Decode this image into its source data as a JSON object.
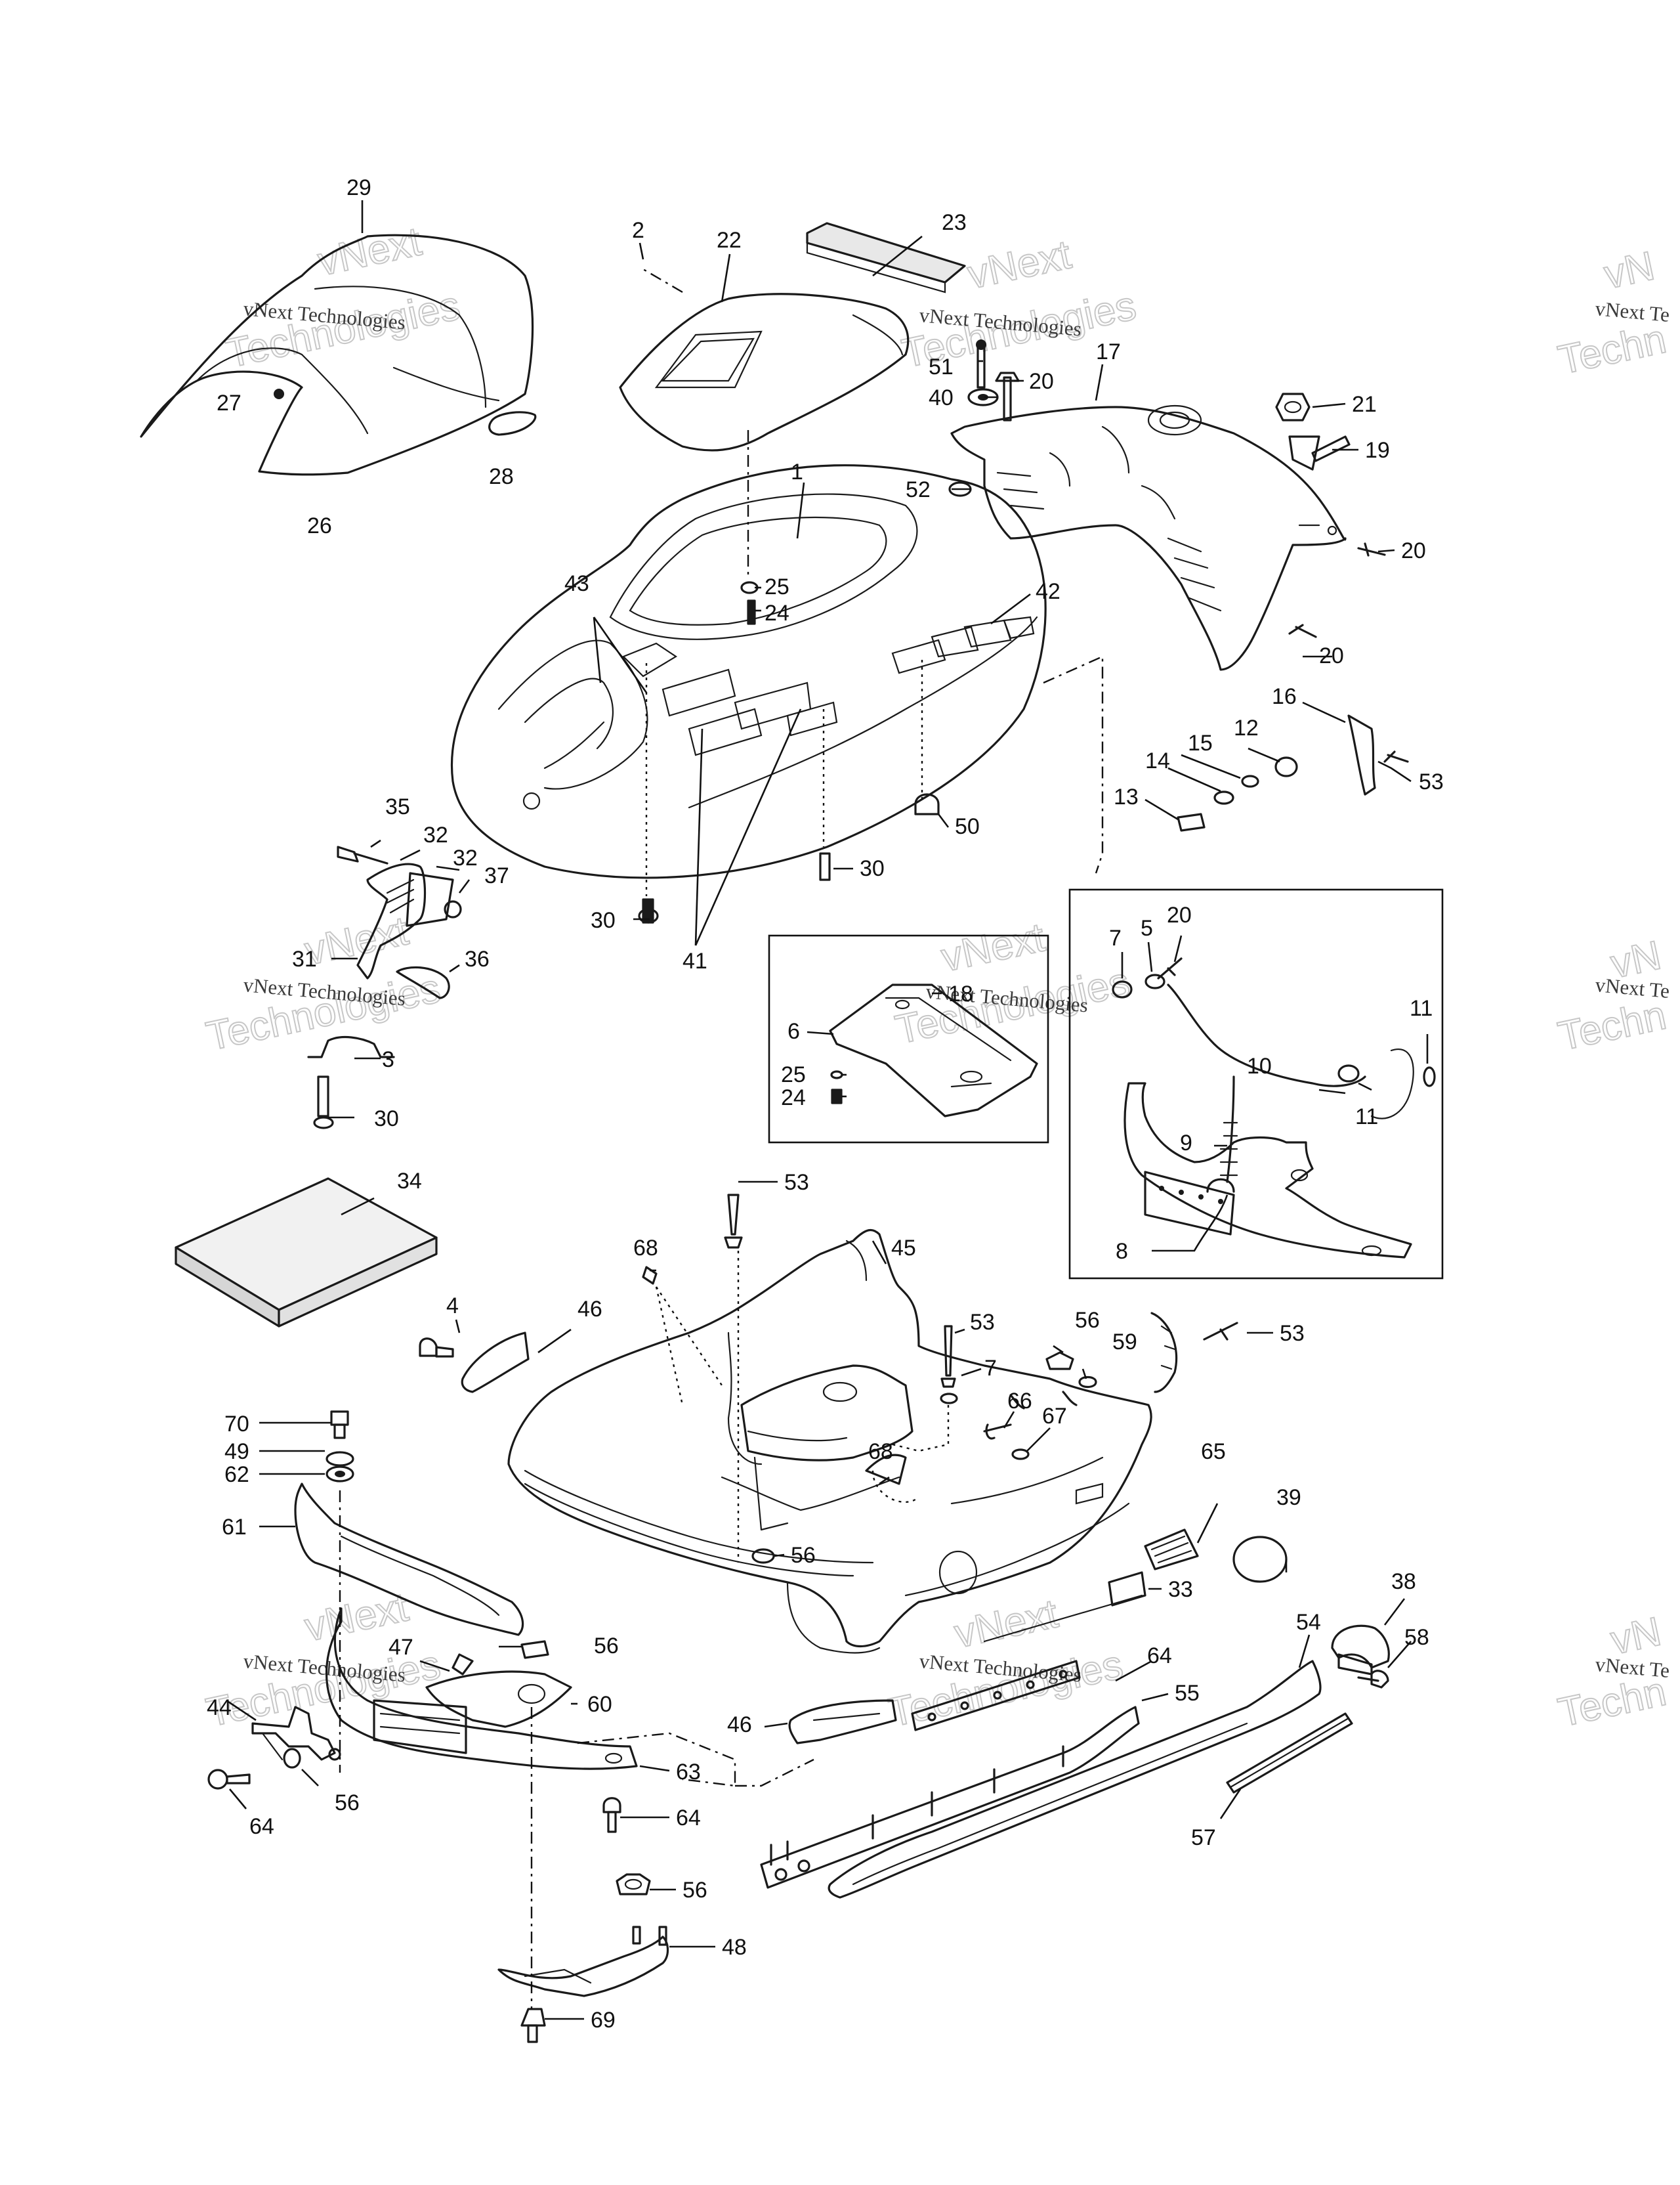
{
  "watermark": {
    "line1": "vNext",
    "line2": "Technologies",
    "full": "vNext Technologies",
    "clip": "vNext Te",
    "clip2": "Techno",
    "clip3": "vN",
    "clip4": "Techn",
    "clip5": "vNe"
  },
  "callouts": {
    "c1": "1",
    "c2": "2",
    "c3": "3",
    "c4": "4",
    "c5": "5",
    "c6": "6",
    "c7": "7",
    "c8": "8",
    "c9": "9",
    "c10": "10",
    "c11": "11",
    "c12": "12",
    "c13": "13",
    "c14": "14",
    "c15": "15",
    "c16": "16",
    "c17": "17",
    "c18": "18",
    "c19": "19",
    "c20": "20",
    "c21": "21",
    "c22": "22",
    "c23": "23",
    "c24": "24",
    "c25": "25",
    "c26": "26",
    "c27": "27",
    "c28": "28",
    "c29": "29",
    "c30": "30",
    "c31": "31",
    "c32": "32",
    "c33": "33",
    "c34": "34",
    "c35": "35",
    "c36": "36",
    "c37": "37",
    "c38": "38",
    "c39": "39",
    "c40": "40",
    "c41": "41",
    "c42": "42",
    "c43": "43",
    "c44": "44",
    "c45": "45",
    "c46": "46",
    "c47": "47",
    "c48": "48",
    "c49": "49",
    "c50": "50",
    "c51": "51",
    "c52": "52",
    "c53": "53",
    "c54": "54",
    "c55": "55",
    "c56": "56",
    "c57": "57",
    "c58": "58",
    "c59": "59",
    "c60": "60",
    "c61": "61",
    "c62": "62",
    "c63": "63",
    "c64": "64",
    "c65": "65",
    "c66": "66",
    "c67": "67",
    "c68": "68",
    "c69": "69",
    "c70": "70"
  }
}
